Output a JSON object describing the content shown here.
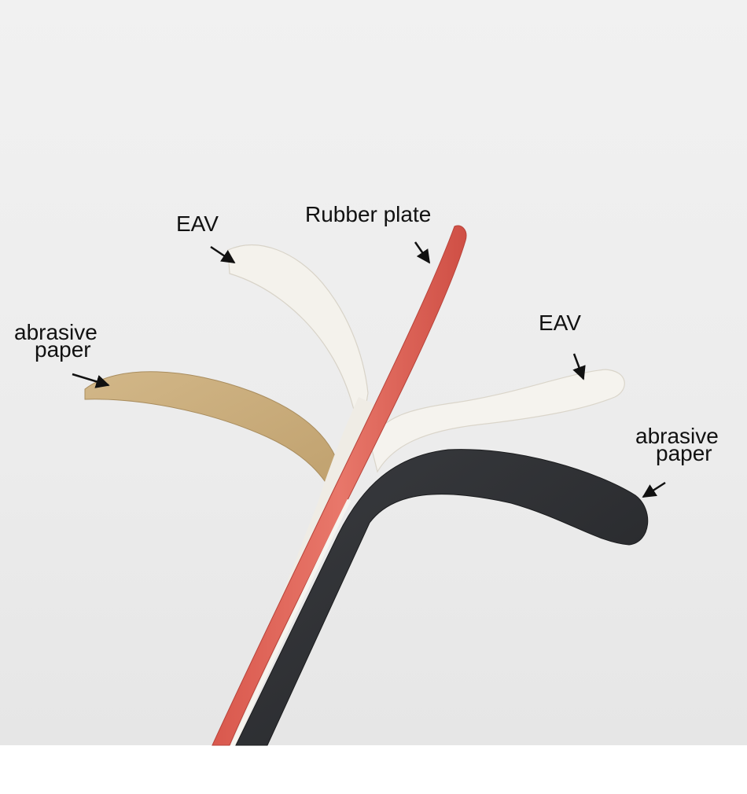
{
  "labels": {
    "eav_left": "EAV",
    "rubber_plate": "Rubber plate",
    "eav_right": "EAV",
    "abrasive_left_line1": "abrasive",
    "abrasive_left_line2": "paper",
    "abrasive_right_line1": "abrasive",
    "abrasive_right_line2": "paper"
  },
  "colors": {
    "background_top": "#f2f2f2",
    "background_bottom": "#e9e9e9",
    "rubber_plate": "#e0685c",
    "eav_layer": "#f4f1ea",
    "abrasive_tan": "#c9ad7c",
    "abrasive_dark": "#2d2f33",
    "arrow": "#111111"
  }
}
